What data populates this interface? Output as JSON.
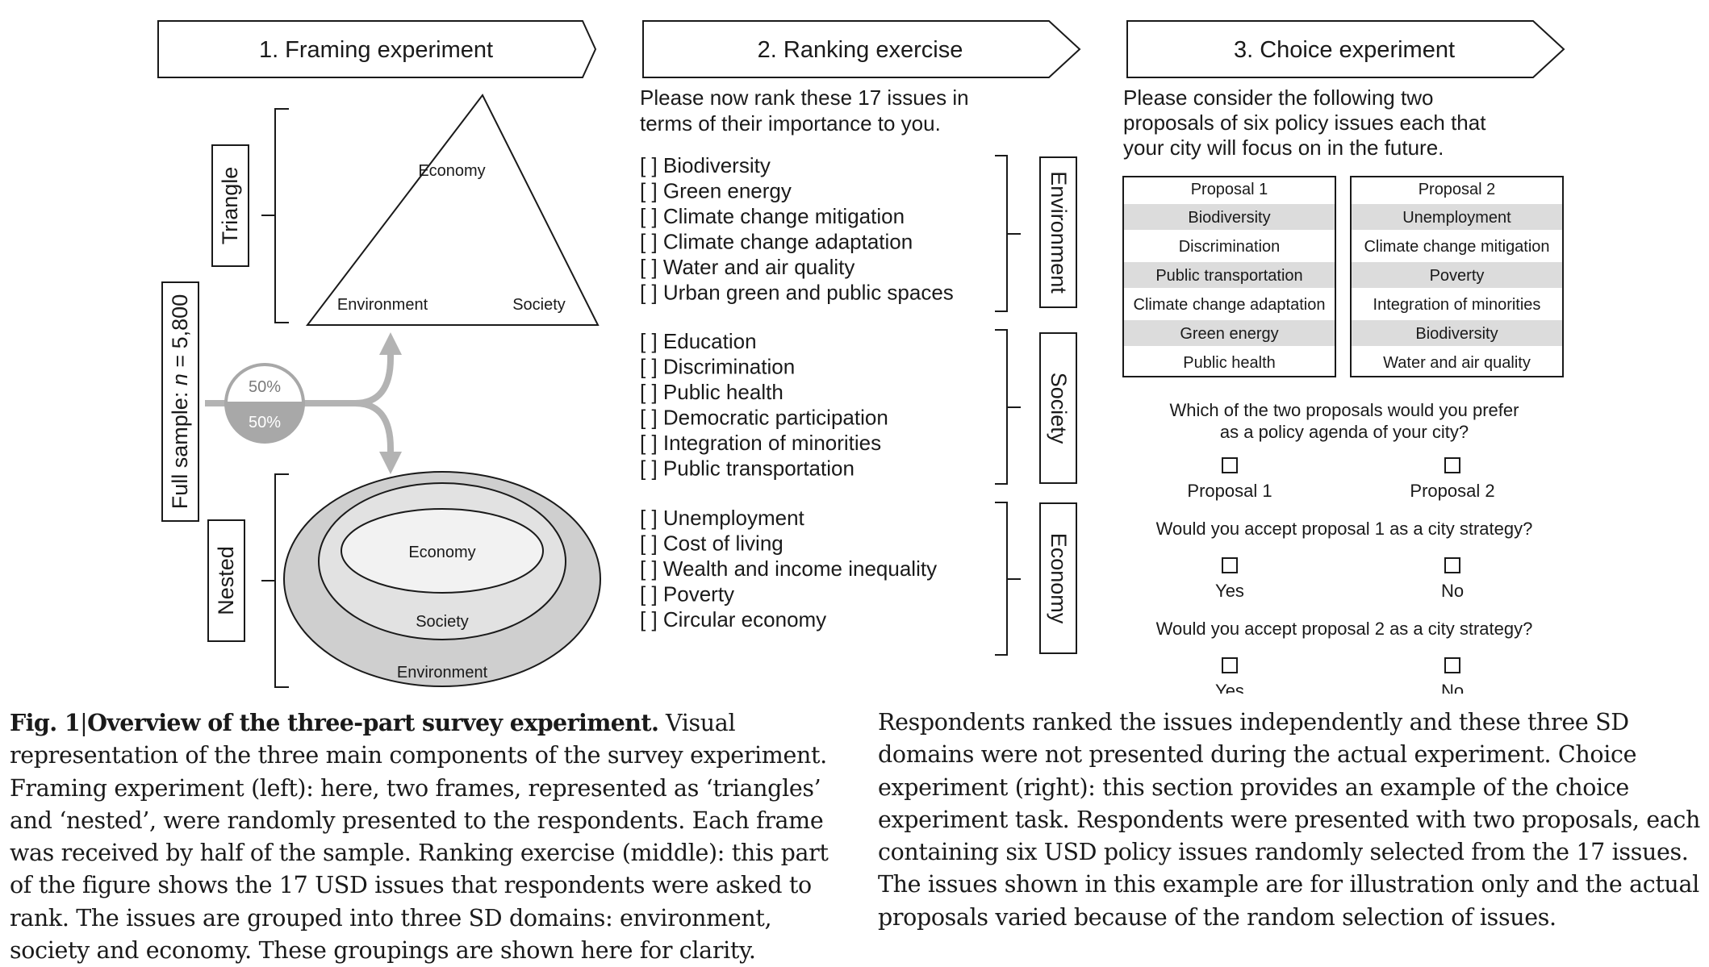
{
  "headers": {
    "framing": "1. Framing experiment",
    "ranking": "2. Ranking exercise",
    "choice": "3. Choice experiment"
  },
  "framing": {
    "full_sample_prefix": "Full sample: ",
    "full_sample_n": "n",
    "full_sample_suffix": " = 5,800",
    "triangle_label": "Triangle",
    "nested_label": "Nested",
    "pct_top": "50%",
    "pct_bottom": "50%",
    "triangle": {
      "top": "Economy",
      "left": "Environment",
      "right": "Society"
    },
    "nested": {
      "inner": "Economy",
      "middle": "Society",
      "outer": "Environment"
    }
  },
  "ranking": {
    "instruction_line1": "Please now rank these 17 issues in",
    "instruction_line2": "terms of their importance to you.",
    "groups": [
      {
        "label": "Environment",
        "items": [
          "[ ] Biodiversity",
          "[ ] Green energy",
          "[ ] Climate change mitigation",
          "[ ] Climate change adaptation",
          "[ ] Water and air quality",
          "[ ] Urban green and public spaces"
        ]
      },
      {
        "label": "Society",
        "items": [
          "[ ] Education",
          "[ ] Discrimination",
          "[ ] Public health",
          "[ ] Democratic participation",
          "[ ] Integration of minorities",
          "[ ] Public transportation"
        ]
      },
      {
        "label": "Economy",
        "items": [
          "[ ] Unemployment",
          "[ ] Cost of living",
          "[ ] Wealth and income inequality",
          "[ ] Poverty",
          "[ ] Circular economy"
        ]
      }
    ]
  },
  "choice": {
    "instruction_line1": "Please consider the following two",
    "instruction_line2": "proposals of six policy issues each that",
    "instruction_line3": "your city will focus on in the future.",
    "proposal1": {
      "title": "Proposal 1",
      "items": [
        "Biodiversity",
        "Discrimination",
        "Public transportation",
        "Climate change adaptation",
        "Green energy",
        "Public health"
      ]
    },
    "proposal2": {
      "title": "Proposal 2",
      "items": [
        "Unemployment",
        "Climate change mitigation",
        "Poverty",
        "Integration of minorities",
        "Biodiversity",
        "Water and air quality"
      ]
    },
    "q1_line1": "Which of the two proposals would you prefer",
    "q1_line2": "as a policy agenda of your city?",
    "q1_options": [
      "Proposal 1",
      "Proposal 2"
    ],
    "q2": "Would you accept proposal 1 as a city strategy?",
    "q2_options": [
      "Yes",
      "No"
    ],
    "q3": "Would you accept proposal 2 as a city strategy?",
    "q3_options": [
      "Yes",
      "No"
    ]
  },
  "caption": {
    "label": "Fig. 1",
    "separator": "|",
    "title": "Overview of the three-part survey experiment.",
    "body_left": " Visual representation of the three main components of the survey experiment. Framing experiment (left): here, two frames, represented as ‘triangles’ and ‘nested’, were randomly presented to the respondents. Each frame was received by half of the sample. Ranking exercise (middle): this part of the figure shows the 17 USD issues that respondents were asked to rank. The issues are grouped into three SD domains: environment, society and economy. These groupings are shown here for clarity.",
    "body_right": "Respondents ranked the issues independently and these three SD domains were not presented during the actual experiment. Choice experiment (right): this section provides an example of the choice experiment task. Respondents were presented with two proposals, each containing six USD policy issues randomly selected from the 17 issues. The issues shown in this example are for illustration only and the actual proposals varied because of the random selection of issues."
  },
  "colors": {
    "ink": "#1a1a1a",
    "shade": "#dcdcdc",
    "arrow_gray": "#b3b3b3",
    "ellipse_outer": "#cfcfcf",
    "ellipse_middle": "#e2e2e2",
    "ellipse_inner": "#f2f2f2"
  }
}
